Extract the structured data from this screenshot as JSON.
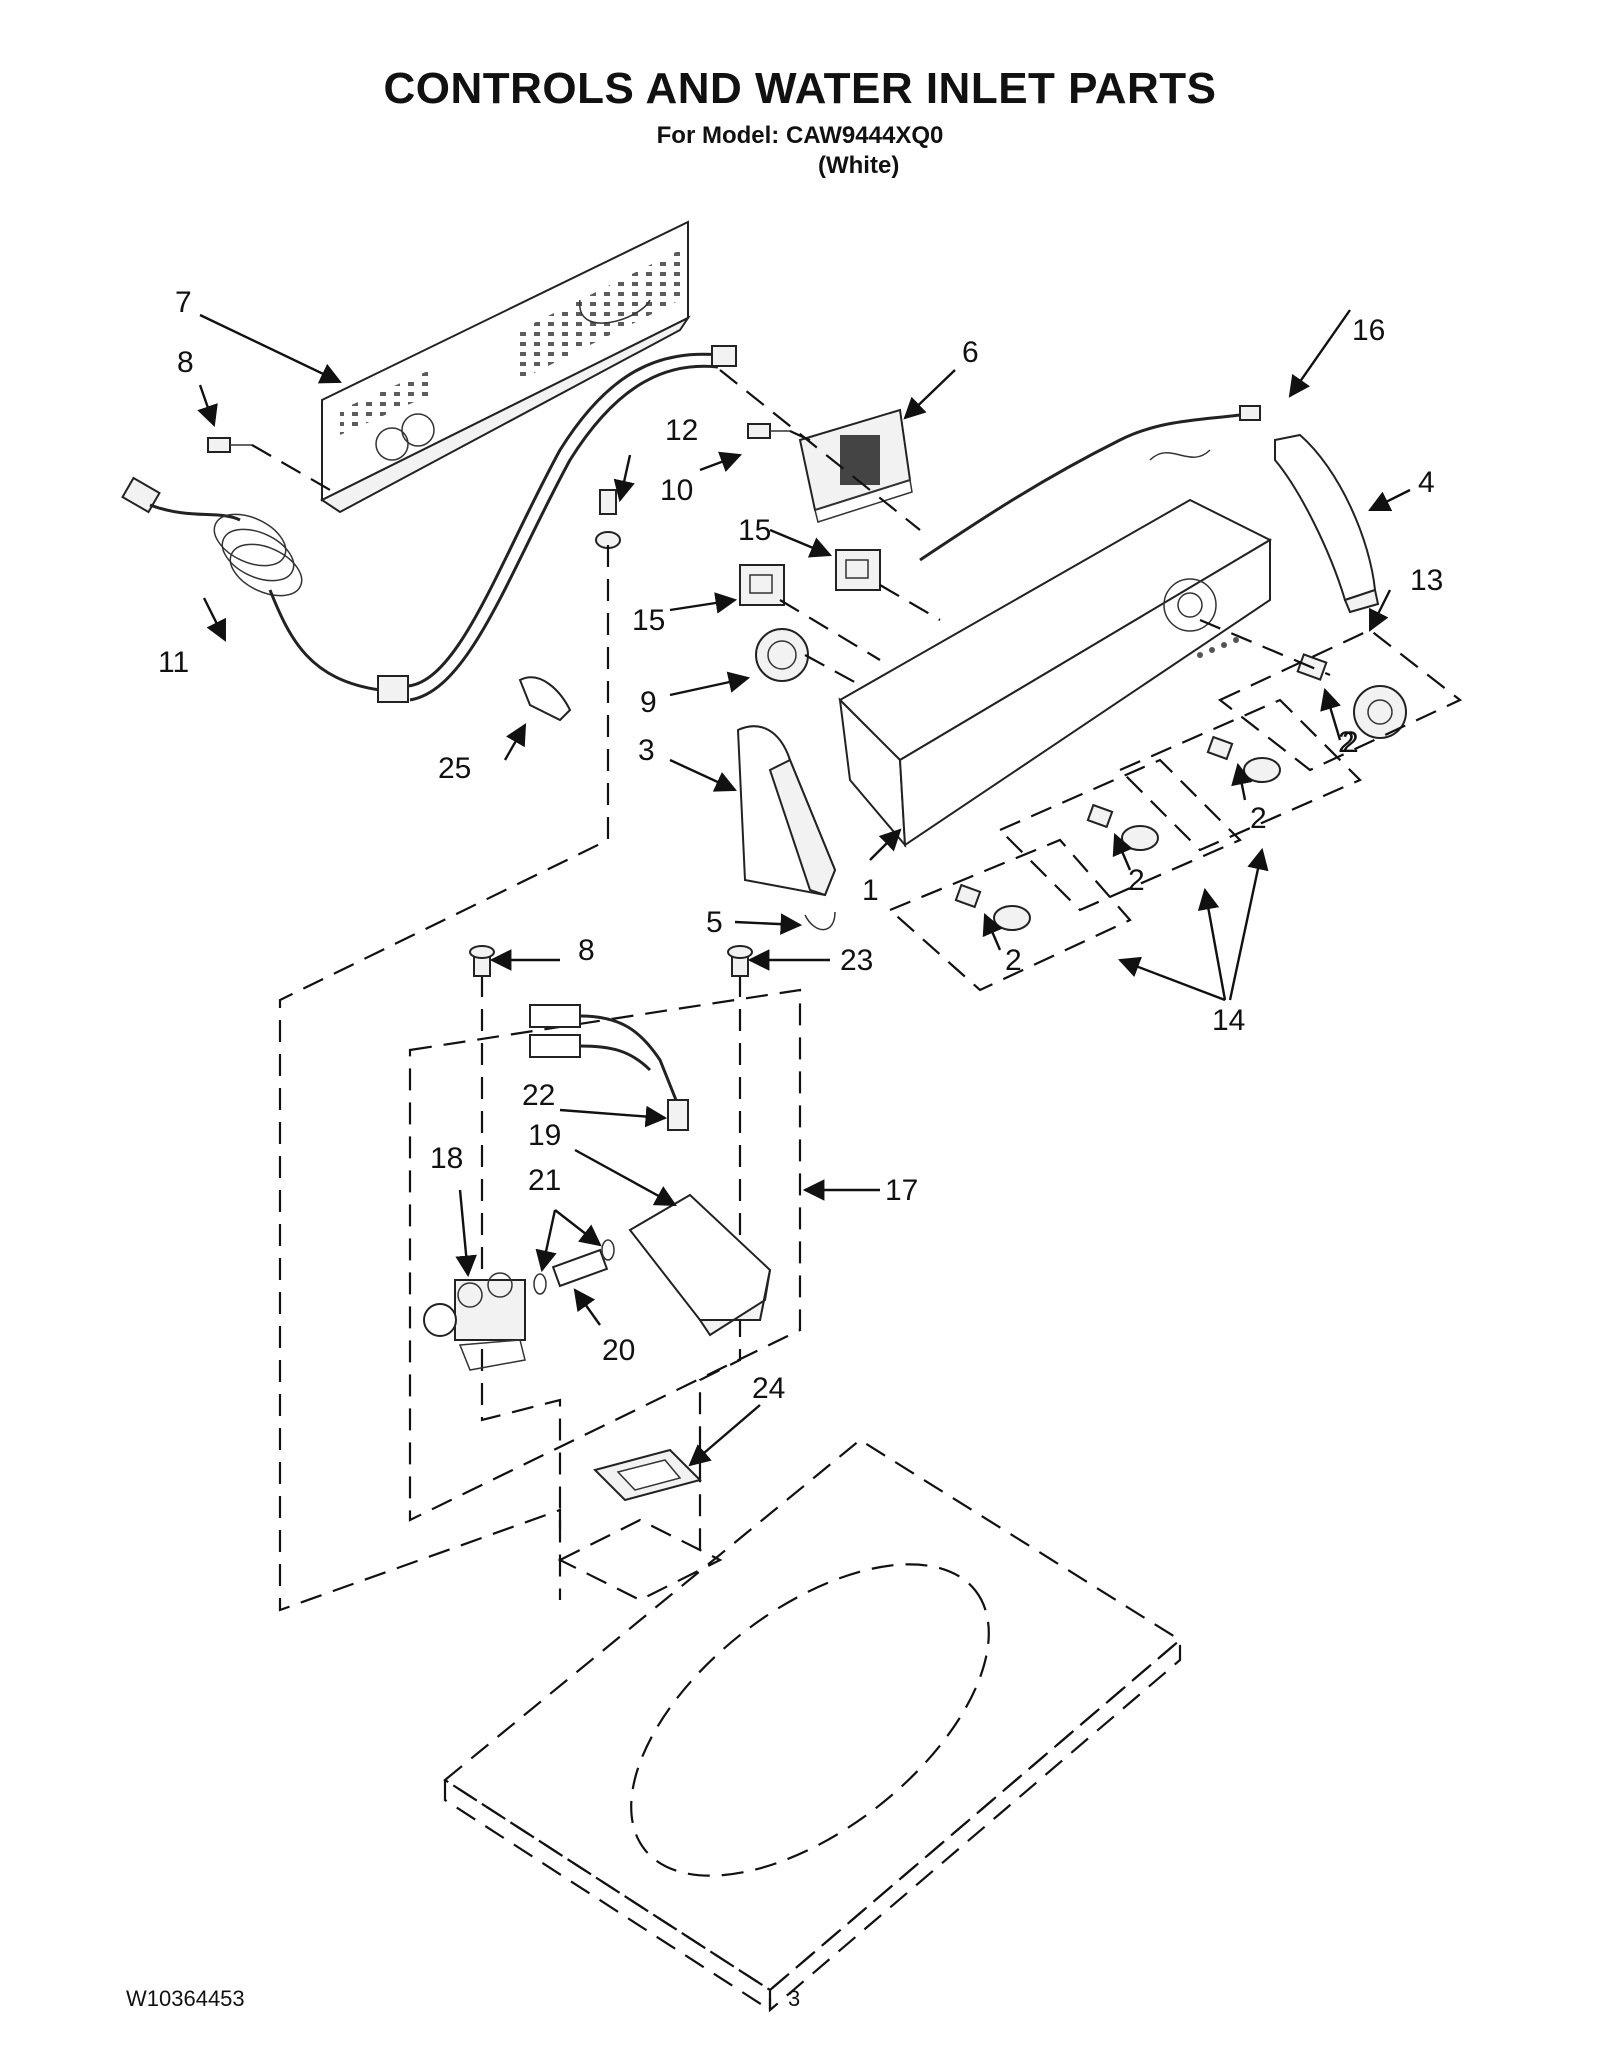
{
  "header": {
    "title": "CONTROLS AND WATER INLET PARTS",
    "subtitle": "For Model: CAW9444XQ0",
    "color_note": "(White)"
  },
  "footer": {
    "doc_number": "W10364453",
    "page_number": "3"
  },
  "callouts": {
    "c1": "1",
    "c2a": "2",
    "c2b": "2",
    "c2c": "2",
    "c2d": "2",
    "c2e": "2",
    "c3": "3",
    "c4": "4",
    "c5": "5",
    "c6": "6",
    "c7": "7",
    "c8a": "8",
    "c8b": "8",
    "c9": "9",
    "c10": "10",
    "c11": "11",
    "c12": "12",
    "c13": "13",
    "c14": "14",
    "c15a": "15",
    "c15b": "15",
    "c16": "16",
    "c17": "17",
    "c18": "18",
    "c19": "19",
    "c20": "20",
    "c21": "21",
    "c22": "22",
    "c23": "23",
    "c24": "24",
    "c25": "25"
  }
}
